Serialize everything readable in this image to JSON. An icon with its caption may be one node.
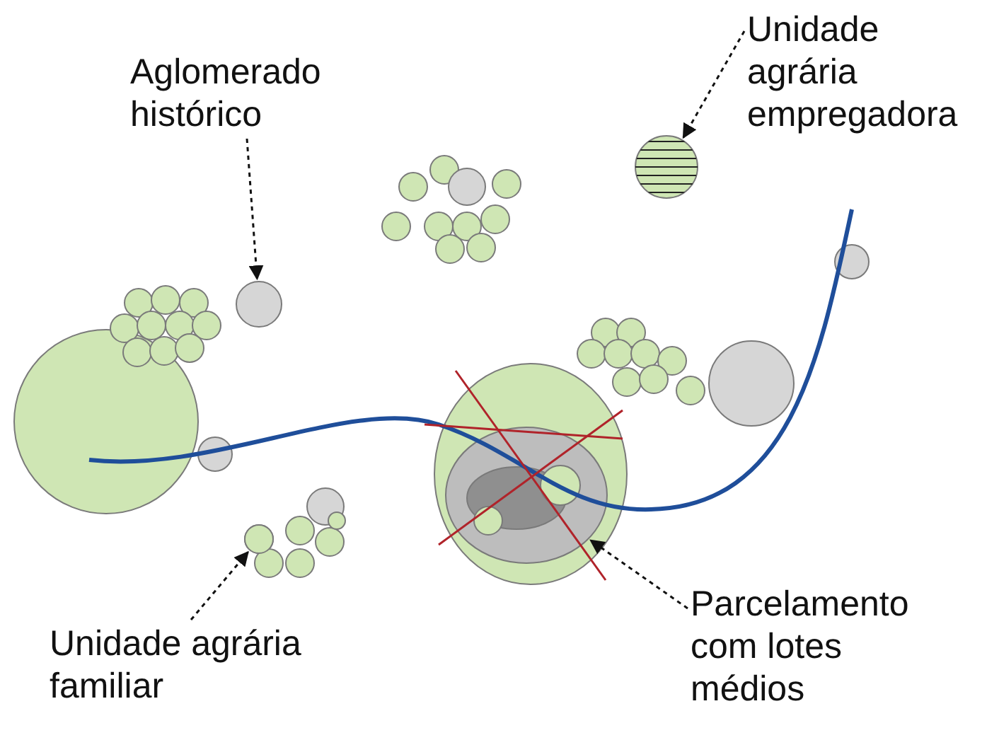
{
  "diagram": {
    "nodes": [
      {
        "text": [
          "Aglomerado histórico"
        ]
      },
      {
        "text": [],
        "shape": "circle"
      },
      {
        "text": [
          "Unidade agrária empregadora"
        ]
      },
      {
        "text": [],
        "shape": "circle"
      },
      {
        "text": [
          "Unidade agrária familiar"
        ]
      },
      {
        "text": [],
        "shape": "circle"
      },
      {
        "text": [
          "Parcelamento com lotes médios"
        ]
      },
      {
        "text": [],
        "shape": "circle"
      }
    ],
    "edges": [
      {
        "from": 0,
        "to": 1,
        "arrow": "to",
        "style": "dashed"
      },
      {
        "from": 2,
        "to": 3,
        "arrow": "to",
        "style": "dashed"
      },
      {
        "from": 4,
        "to": 5,
        "arrow": "to",
        "style": "dashed"
      },
      {
        "from": 6,
        "to": 7,
        "arrow": "to",
        "style": "dashed"
      }
    ]
  }
}
